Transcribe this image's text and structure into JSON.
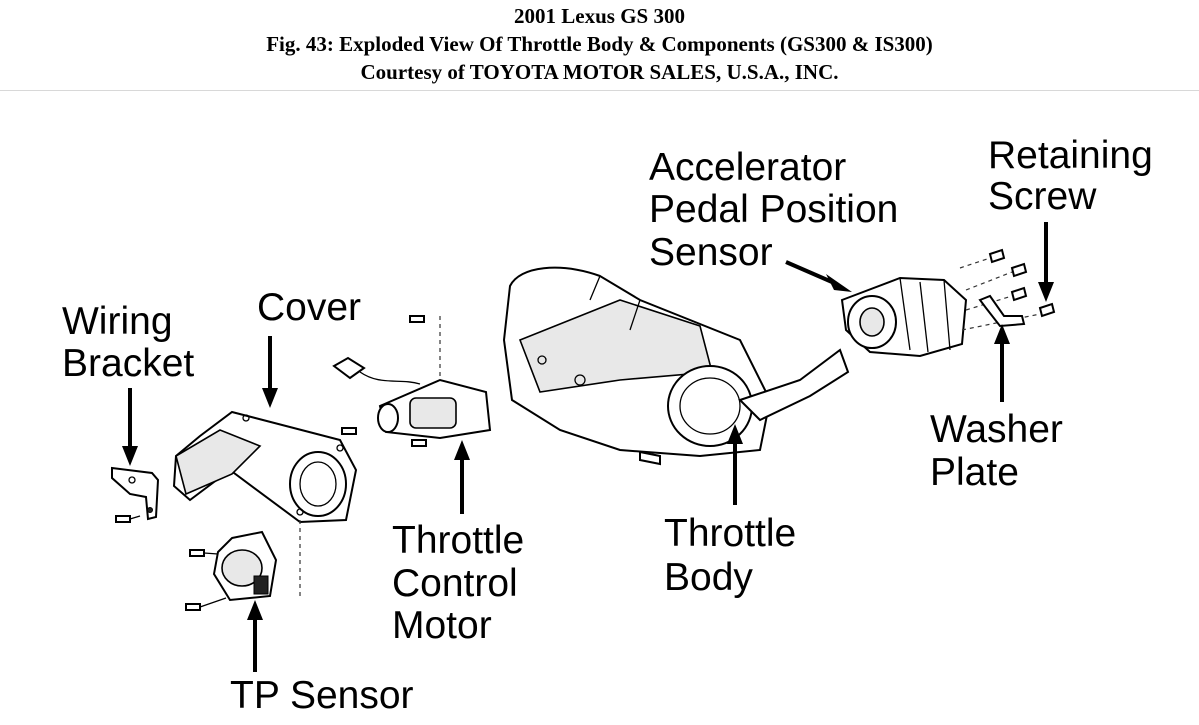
{
  "header": {
    "title": "2001 Lexus GS 300",
    "figure": "Fig. 43: Exploded View Of Throttle Body & Components (GS300 & IS300)",
    "courtesy": "Courtesy of TOYOTA MOTOR SALES, U.S.A., INC."
  },
  "labels": {
    "wiring_bracket": [
      "Wiring",
      "Bracket"
    ],
    "cover": [
      "Cover"
    ],
    "throttle_control_motor": [
      "Throttle",
      "Control",
      "Motor"
    ],
    "throttle_body": [
      "Throttle",
      "Body"
    ],
    "accelerator_pedal_position_sensor": [
      "Accelerator",
      "Pedal Position",
      "Sensor"
    ],
    "retaining_screw": [
      "Retaining",
      "Screw"
    ],
    "washer_plate": [
      "Washer",
      "Plate"
    ],
    "tp_sensor": [
      "TP Sensor"
    ]
  }
}
